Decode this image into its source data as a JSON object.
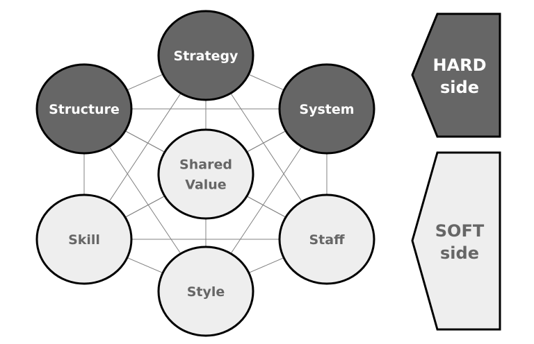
{
  "colors": {
    "hard": "#666666",
    "soft": "#eeeeee",
    "hard_text": "#ffffff",
    "soft_text": "#666666",
    "line": "#808080"
  },
  "elements": [
    {
      "id": "strategy",
      "label": "Strategy",
      "side": "hard"
    },
    {
      "id": "structure",
      "label": "Structure",
      "side": "hard"
    },
    {
      "id": "system",
      "label": "System",
      "side": "hard"
    },
    {
      "id": "shared",
      "label": [
        "Shared",
        "Value"
      ],
      "side": "soft"
    },
    {
      "id": "skill",
      "label": "Skill",
      "side": "soft"
    },
    {
      "id": "staff",
      "label": "Staff",
      "side": "soft"
    },
    {
      "id": "style",
      "label": "Style",
      "side": "soft"
    }
  ],
  "legend": {
    "hard": {
      "line1": "HARD",
      "line2": "side"
    },
    "soft": {
      "line1": "SOFT",
      "line2": "side"
    }
  }
}
